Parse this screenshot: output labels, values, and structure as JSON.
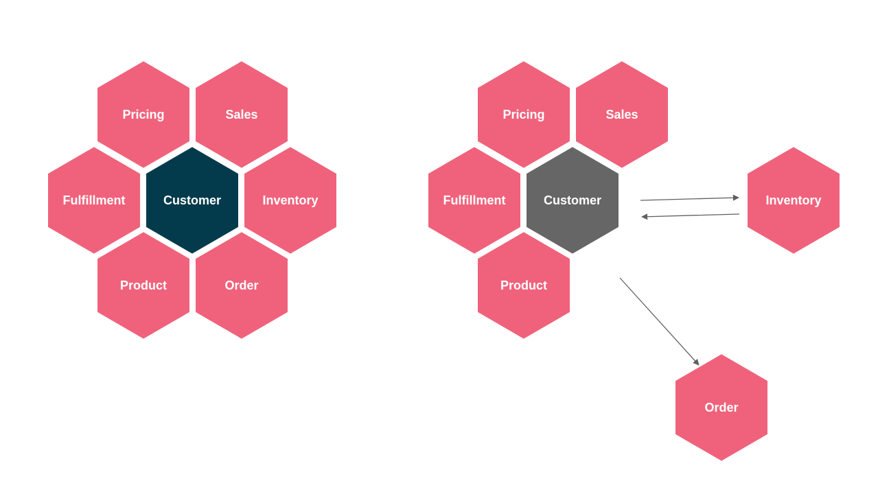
{
  "colors": {
    "module": "#f0627b",
    "center_left": "#043b4c",
    "center_right": "#666666",
    "outline": "#ffffff",
    "arrow": "#5f5f5f",
    "label": "#ffffff",
    "background": "#ffffff"
  },
  "left_cluster": {
    "center": "Customer",
    "pricing": "Pricing",
    "sales": "Sales",
    "fulfillment": "Fulfillment",
    "inventory": "Inventory",
    "product": "Product",
    "order": "Order"
  },
  "right_cluster": {
    "center": "Customer",
    "pricing": "Pricing",
    "sales": "Sales",
    "fulfillment": "Fulfillment",
    "product": "Product",
    "inventory": "Inventory",
    "order": "Order"
  }
}
